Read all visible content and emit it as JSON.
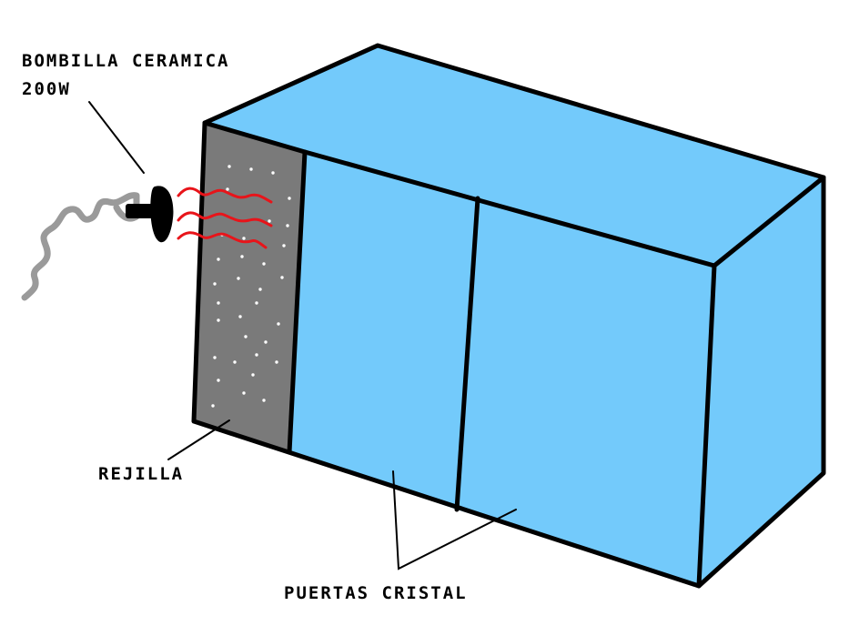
{
  "labels": {
    "bulb_line1": "BOMBILLA CERAMICA",
    "bulb_line2": "200W",
    "grille": "REJILLA",
    "doors": "PUERTAS CRISTAL"
  },
  "colors": {
    "box_fill": "#73cafb",
    "grille_fill": "#7a7a7a",
    "heat_waves": "#e8141a",
    "cable": "#9a9a9a",
    "bulb": "#000000",
    "outline": "#000000"
  },
  "icons": {
    "bulb": "ceramic-bulb-icon",
    "cable": "power-cable-icon"
  }
}
